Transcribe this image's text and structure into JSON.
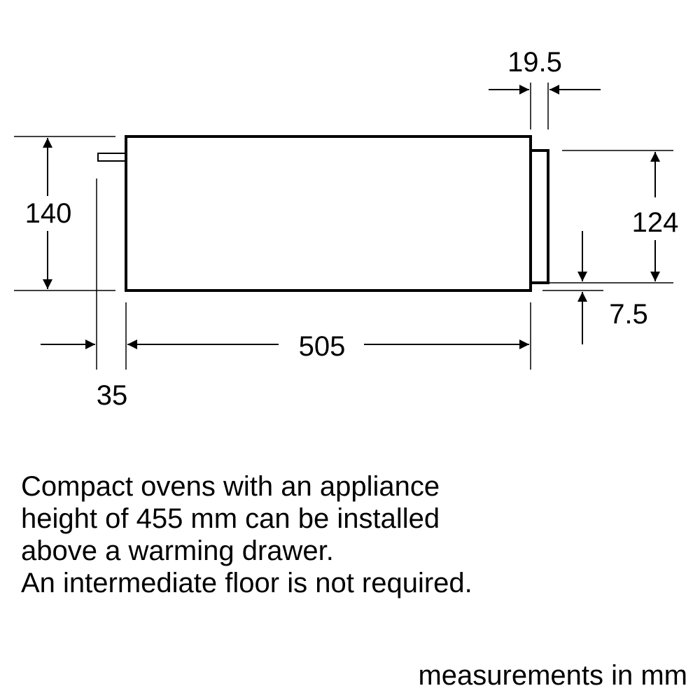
{
  "diagram": {
    "dimensions": {
      "height_total": "140",
      "height_front": "124",
      "width": "505",
      "depth_offset": "35",
      "front_thickness": "19.5",
      "bottom_gap": "7.5"
    }
  },
  "note": {
    "lines": [
      "Compact ovens with an appliance",
      "height of 455 mm can be installed",
      "above a warming drawer.",
      "An intermediate floor is not required."
    ]
  },
  "units_label": "measurements in mm"
}
